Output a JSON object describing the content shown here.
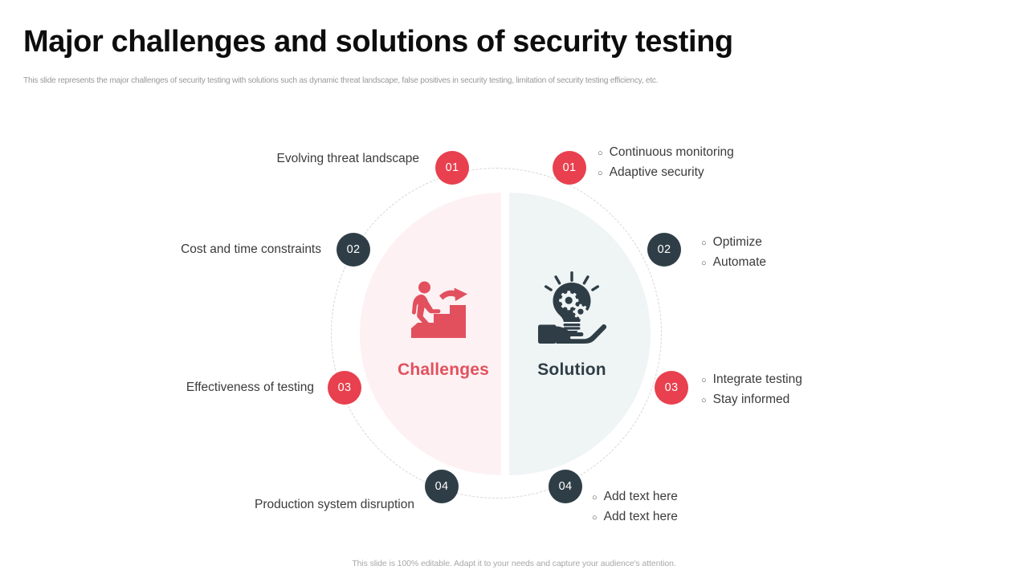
{
  "header": {
    "title": "Major challenges and solutions of security testing",
    "subtitle": "This slide represents the major challenges of security testing with solutions such as dynamic threat landscape, false positives in security testing, limitation of security testing efficiency, etc."
  },
  "center": {
    "left_label": "Challenges",
    "right_label": "Solution",
    "left_icon": "person-climbing-stairs-icon",
    "right_icon": "hand-holding-lightbulb-gears-icon"
  },
  "challenges": [
    {
      "number": "01",
      "label": "Evolving threat landscape",
      "badge_color": "#e8404e"
    },
    {
      "number": "02",
      "label": "Cost and time constraints",
      "badge_color": "#2f3e46"
    },
    {
      "number": "03",
      "label": "Effectiveness of testing",
      "badge_color": "#e8404e"
    },
    {
      "number": "04",
      "label": "Production system disruption",
      "badge_color": "#2f3e46"
    }
  ],
  "solutions": [
    {
      "number": "01",
      "badge_color": "#e8404e",
      "bullets": [
        "Continuous monitoring",
        "Adaptive security"
      ]
    },
    {
      "number": "02",
      "badge_color": "#2f3e46",
      "bullets": [
        "Optimize",
        "Automate"
      ]
    },
    {
      "number": "03",
      "badge_color": "#e8404e",
      "bullets": [
        "Integrate testing",
        "Stay informed"
      ]
    },
    {
      "number": "04",
      "badge_color": "#2f3e46",
      "bullets": [
        "Add text here",
        "Add text here"
      ]
    }
  ],
  "bullet_glyph": "○",
  "footer": {
    "note": "This slide is 100% editable. Adapt it to your needs and capture your audience's attention."
  },
  "colors": {
    "accent_red": "#e8404e",
    "accent_dark": "#2f3e46",
    "disc_left_bg": "#fdf1f3",
    "disc_right_bg": "#eff4f5",
    "ring_dash": "#d9d4d6"
  }
}
